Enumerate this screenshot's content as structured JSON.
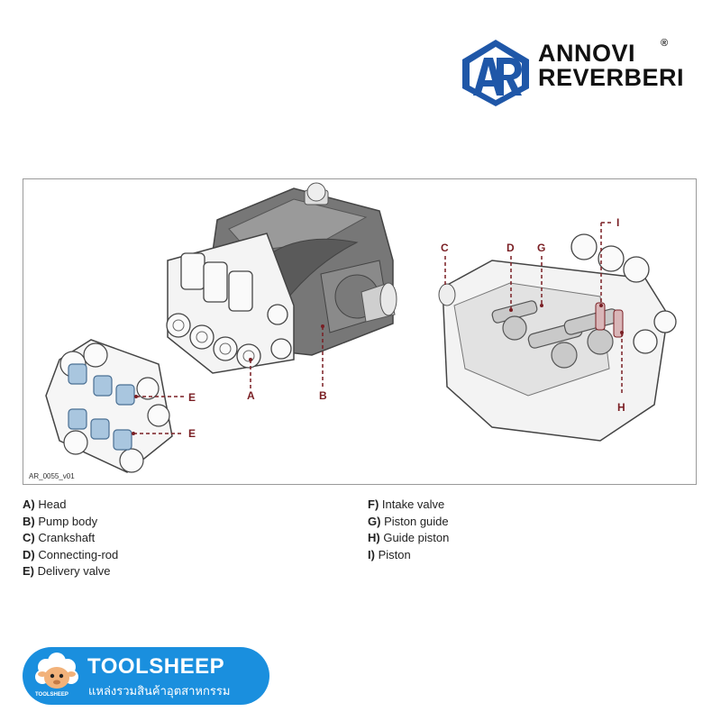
{
  "brand": {
    "line1": "ANNOVI",
    "line2": "REVERBERI",
    "registered": "®",
    "monogram": "AR",
    "color": "#1f57a8"
  },
  "diagram": {
    "code": "AR_0055_v01",
    "callouts": {
      "a": "A",
      "b": "B",
      "c": "C",
      "d": "D",
      "e1": "E",
      "e2": "E",
      "g": "G",
      "h": "H",
      "i": "I"
    },
    "accent_color": "#7a1f24"
  },
  "legend": {
    "left": [
      {
        "key": "A)",
        "label": "Head"
      },
      {
        "key": "B)",
        "label": "Pump body"
      },
      {
        "key": "C)",
        "label": "Crankshaft"
      },
      {
        "key": "D)",
        "label": "Connecting-rod"
      },
      {
        "key": "E)",
        "label": "Delivery valve"
      }
    ],
    "right": [
      {
        "key": "F)",
        "label": "Intake valve"
      },
      {
        "key": "G)",
        "label": "Piston guide"
      },
      {
        "key": "H)",
        "label": "Guide piston"
      },
      {
        "key": "I)",
        "label": "Piston"
      }
    ]
  },
  "toolsheep": {
    "title": "TOOLSHEEP",
    "subtitle": "แหล่งรวมสินค้าอุตสาหกรรม",
    "mascot_text": "TOOLSHEEP",
    "color": "#1a8fde"
  }
}
